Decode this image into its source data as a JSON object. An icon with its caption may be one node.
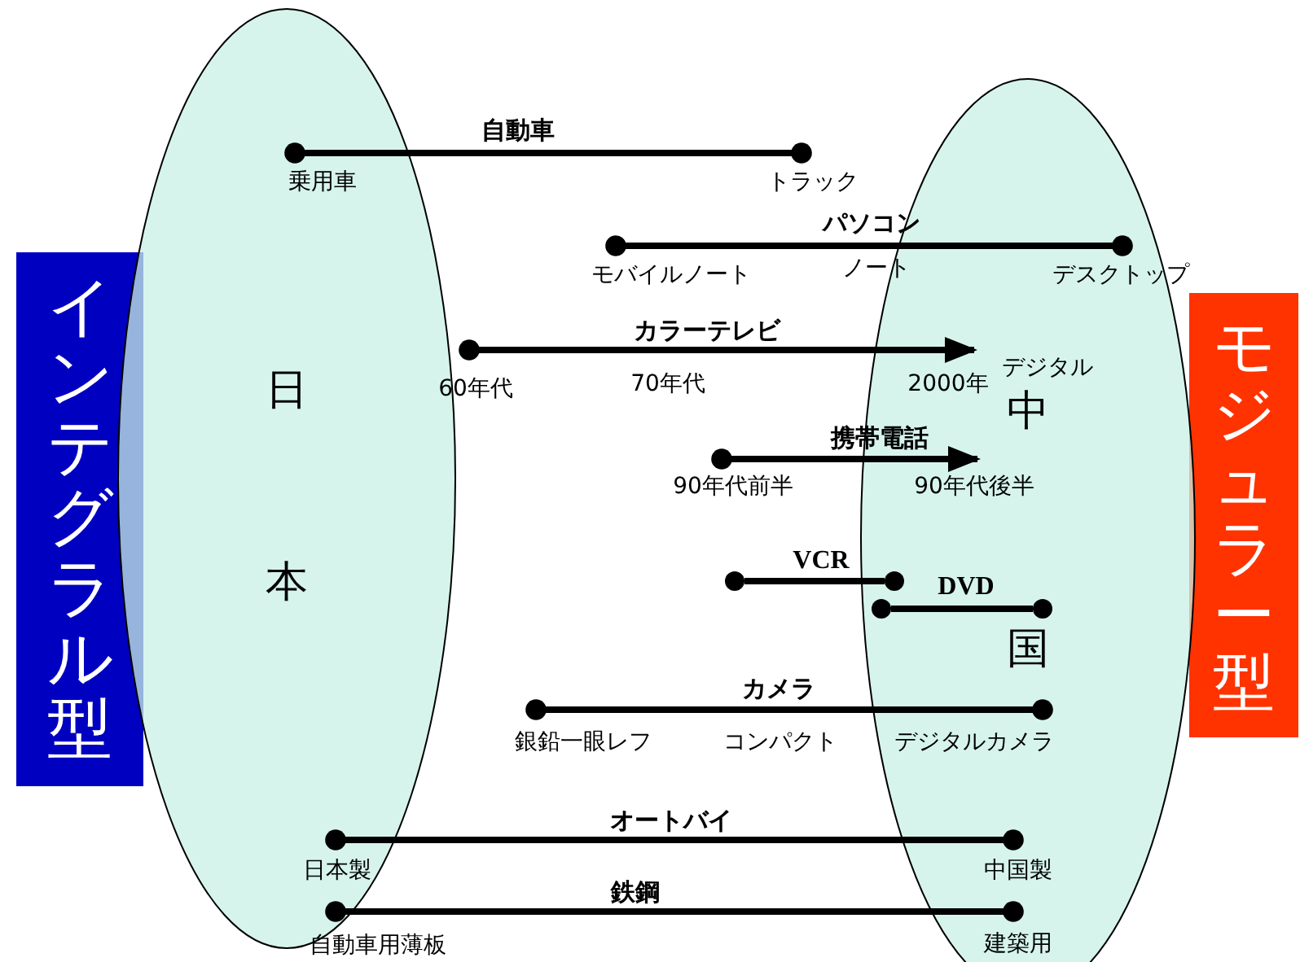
{
  "diagram": {
    "nodes": [
      {
        "text": [
          "インテグラル型"
        ]
      },
      {
        "text": [
          "日本"
        ]
      },
      {
        "text": [
          "中国"
        ]
      },
      {
        "text": [
          "モジュラー型"
        ]
      },
      {
        "text": [
          "乗用車"
        ],
        "in": 1
      },
      {
        "text": [
          "トラック"
        ]
      },
      {
        "text": [
          "モバイルノート"
        ]
      },
      {
        "text": [
          "デスクトップ"
        ],
        "in": 2
      },
      {
        "text": [
          "60年代"
        ]
      },
      {
        "text": [
          "2000年"
        ],
        "in": 2
      },
      {
        "text": [
          "90年代前半"
        ]
      },
      {
        "text": [
          "90年代後半"
        ],
        "in": 2
      },
      {
        "text": [],
        "shape": "circle"
      },
      {
        "text": [],
        "shape": "circle",
        "in": 2
      },
      {
        "text": [],
        "shape": "circle",
        "in": 2
      },
      {
        "text": [],
        "shape": "circle",
        "in": 2
      },
      {
        "text": [
          "銀鉛一眼レフ"
        ]
      },
      {
        "text": [
          "デジタルカメラ"
        ],
        "in": 2
      },
      {
        "text": [
          "日本製"
        ],
        "in": 1
      },
      {
        "text": [
          "中国製"
        ],
        "in": 2
      },
      {
        "text": [
          "自動車用薄板"
        ]
      },
      {
        "text": [
          "建築用"
        ],
        "in": 2
      }
    ],
    "edges": [
      {
        "from": 4,
        "to": 5,
        "arrow": "other",
        "label": "自動車"
      },
      {
        "from": 6,
        "to": 7,
        "arrow": "other",
        "label": "パソコン"
      },
      {
        "from": 8,
        "to": 9,
        "arrow": "to",
        "label": "カラーテレビ"
      },
      {
        "from": 10,
        "to": 11,
        "arrow": "to",
        "label": "携帯電話"
      },
      {
        "from": 12,
        "to": 13,
        "arrow": "none",
        "label": "VCR"
      },
      {
        "from": 14,
        "to": 15,
        "arrow": "none",
        "label": "DVD"
      },
      {
        "from": 16,
        "to": 17,
        "arrow": "other",
        "label": "カメラ"
      },
      {
        "from": 18,
        "to": 19,
        "arrow": "other",
        "label": "オートバイ"
      },
      {
        "from": 20,
        "to": 21,
        "arrow": "other",
        "label": "鉄鋼"
      }
    ],
    "labels": [
      "ノート",
      "70年代",
      "デジタル",
      "コンパクト"
    ]
  }
}
